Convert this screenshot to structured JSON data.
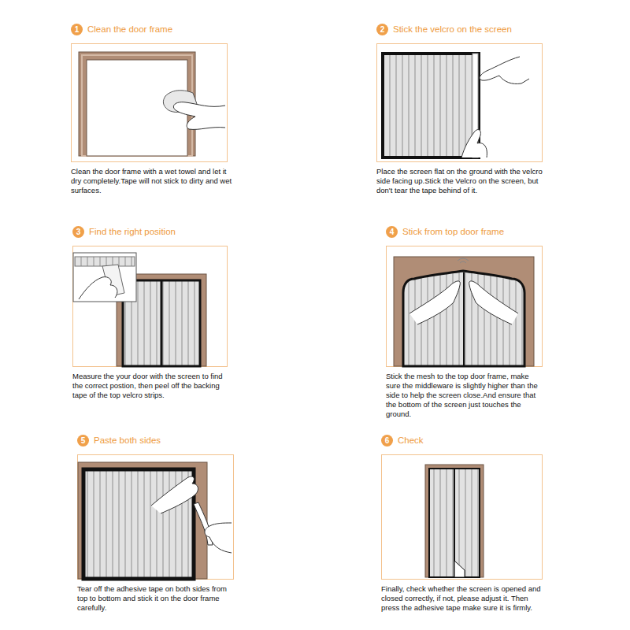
{
  "diagram": {
    "nodes": [
      {
        "text": [
          "Clean the door frame",
          "Clean the door frame with a wet towel and let it dry completely.Tape will not stick to dirty and wet surfaces."
        ]
      },
      {
        "text": [
          "1"
        ],
        "in": 0
      },
      {
        "text": [
          "Stick the velcro on the screen",
          "Place the screen flat on the ground with the velcro side facing up.Stick the Velcro on the screen, but don't tear the tape behind of it."
        ]
      },
      {
        "text": [
          "2"
        ],
        "in": 2
      },
      {
        "text": [
          "Find the right position",
          "Measure the your door with the screen to find the correct postion, then peel off the backing tape of the top velcro strips."
        ]
      },
      {
        "text": [
          "3"
        ],
        "in": 4
      },
      {
        "text": [
          "Stick from top door frame",
          "Stick the mesh to the top door frame, make sure the middleware is slightly higher than the side to help the screen close.And ensure that the bottom of the screen just touches the ground."
        ]
      },
      {
        "text": [
          "4"
        ],
        "in": 6
      },
      {
        "text": [
          "Paste both sides",
          "Tear off the adhesive tape on both sides from top to bottom and stick it on the door frame carefully."
        ]
      },
      {
        "text": [
          "5"
        ],
        "in": 8
      },
      {
        "text": [
          "Check",
          "Finally, check whether the screen is opened and closed correctly, if not, please adjust it. Then press the adhesive tape make sure it is firmly."
        ]
      },
      {
        "text": [
          "6"
        ],
        "in": 10
      }
    ]
  }
}
